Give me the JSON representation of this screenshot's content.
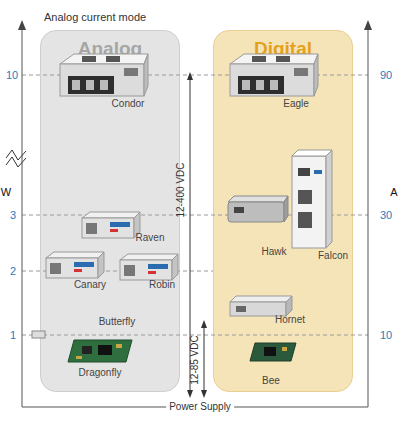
{
  "diagram": {
    "title": "Analog current mode",
    "nodes": [
      {
        "text": [
          "Analog"
        ]
      },
      {
        "text": [
          "Digital"
        ]
      }
    ],
    "labels": [
      "10",
      "90",
      "Condor",
      "Eagle",
      "W",
      "A",
      "3",
      "30",
      "Raven",
      "Hawk",
      "Falcon",
      "2",
      "Canary",
      "Robin",
      "12-400 VDC",
      "Butterfly",
      "Hornet",
      "1",
      "10",
      "12-85 VDC",
      "Dragonfly",
      "Bee",
      "Power Supply"
    ]
  }
}
